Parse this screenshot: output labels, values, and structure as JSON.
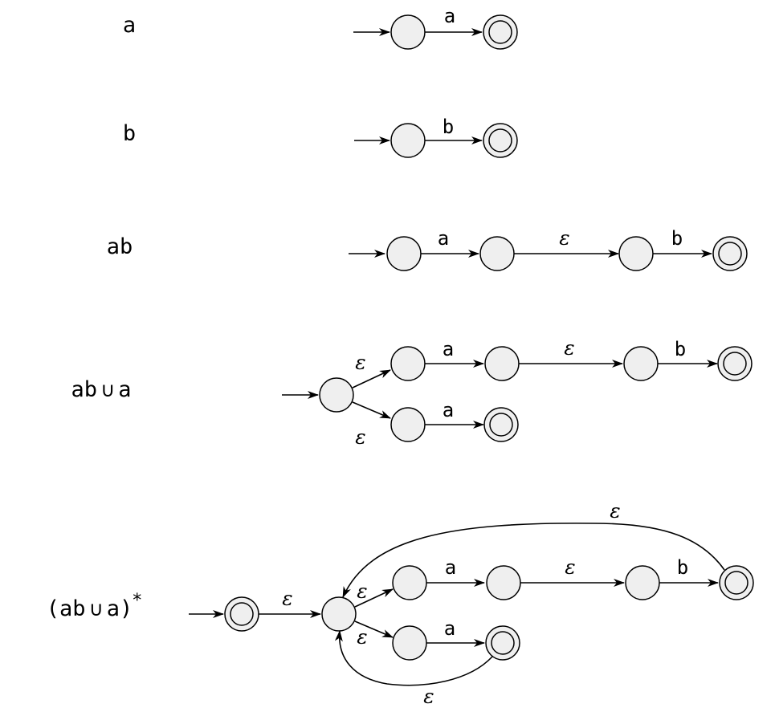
{
  "rows": [
    {
      "expr": "a",
      "transitions": [
        {
          "sym": "a"
        }
      ]
    },
    {
      "expr": "b",
      "transitions": [
        {
          "sym": "b"
        }
      ]
    },
    {
      "expr": "ab",
      "transitions": [
        {
          "sym": "a"
        },
        {
          "sym": "ε"
        },
        {
          "sym": "b"
        }
      ]
    },
    {
      "expr_parts": [
        "ab",
        "∪",
        "a"
      ],
      "transitions": [
        {
          "sym": "ε"
        },
        {
          "sym": "a"
        },
        {
          "sym": "ε"
        },
        {
          "sym": "b"
        },
        {
          "sym": "ε"
        },
        {
          "sym": "a"
        }
      ]
    },
    {
      "expr_parts": [
        "(ab",
        "∪",
        "a)",
        "*"
      ],
      "transitions": [
        {
          "sym": "ε"
        },
        {
          "sym": "ε"
        },
        {
          "sym": "a"
        },
        {
          "sym": "ε"
        },
        {
          "sym": "b"
        },
        {
          "sym": "ε"
        },
        {
          "sym": "a"
        },
        {
          "sym": "ε"
        },
        {
          "sym": "ε"
        }
      ]
    }
  ]
}
